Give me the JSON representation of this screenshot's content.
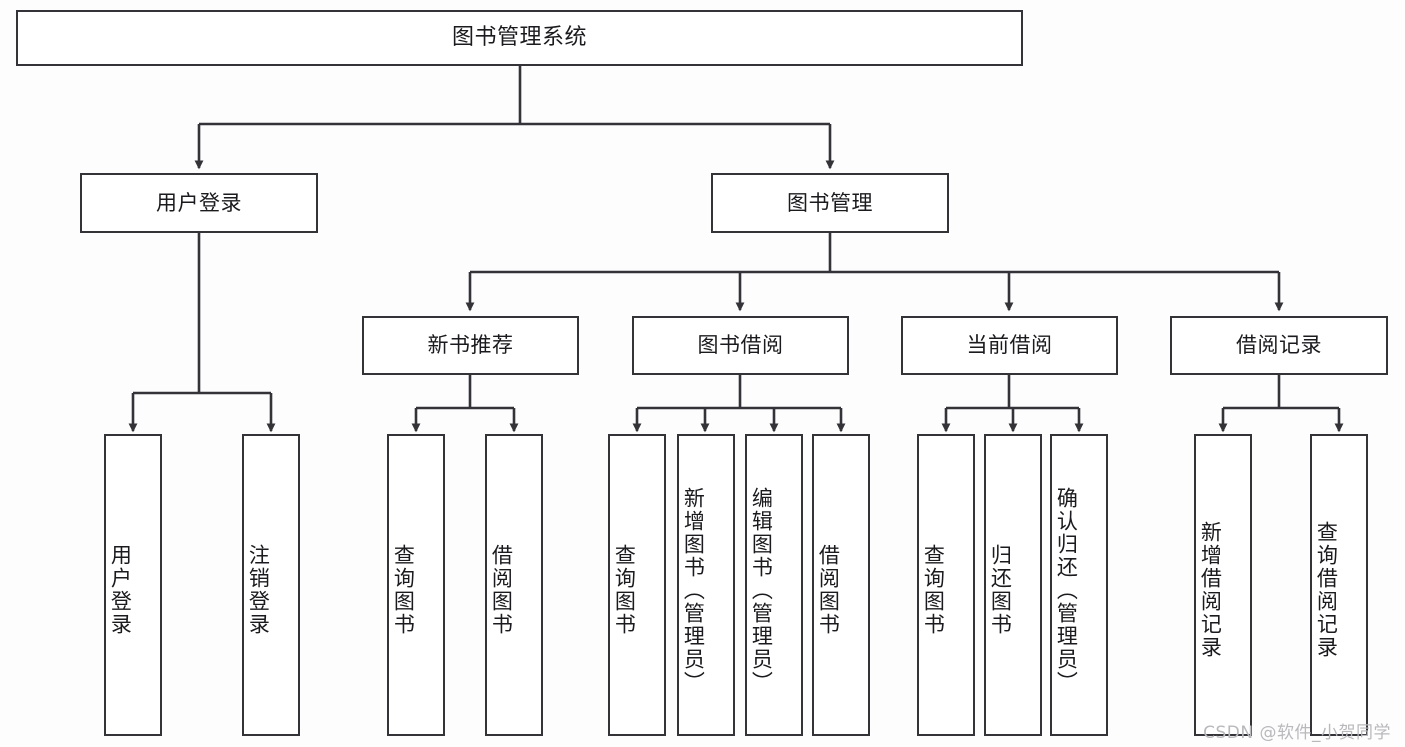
{
  "diagram": {
    "title": "图书管理系统",
    "type": "tree-hierarchy-chart",
    "colors": {
      "background": "#fdfdfd",
      "node_fill": "#ffffff",
      "node_border": "#333338",
      "edge": "#333338",
      "text": "#1b1b1f",
      "watermark": "#b9b9bd"
    },
    "watermark": "CSDN @软件_小贺同学"
  },
  "nodes": {
    "root": {
      "label": "图书管理系统"
    },
    "level1": [
      {
        "label": "用户登录"
      },
      {
        "label": "图书管理"
      }
    ],
    "level2": [
      {
        "label": "新书推荐"
      },
      {
        "label": "图书借阅"
      },
      {
        "label": "当前借阅"
      },
      {
        "label": "借阅记录"
      }
    ],
    "leaves": {
      "user_login": [
        {
          "label": "用户登录"
        },
        {
          "label": "注销登录"
        }
      ],
      "new_book_recommend": [
        {
          "label": "查询图书"
        },
        {
          "label": "借阅图书"
        }
      ],
      "book_borrow": [
        {
          "label": "查询图书"
        },
        {
          "label": "新增图书（管理员）"
        },
        {
          "label": "编辑图书（管理员）"
        },
        {
          "label": "借阅图书"
        }
      ],
      "current_borrow": [
        {
          "label": "查询图书"
        },
        {
          "label": "归还图书"
        },
        {
          "label": "确认归还（管理员）"
        }
      ],
      "borrow_record": [
        {
          "label": "新增借阅记录"
        },
        {
          "label": "查询借阅记录"
        }
      ]
    }
  }
}
